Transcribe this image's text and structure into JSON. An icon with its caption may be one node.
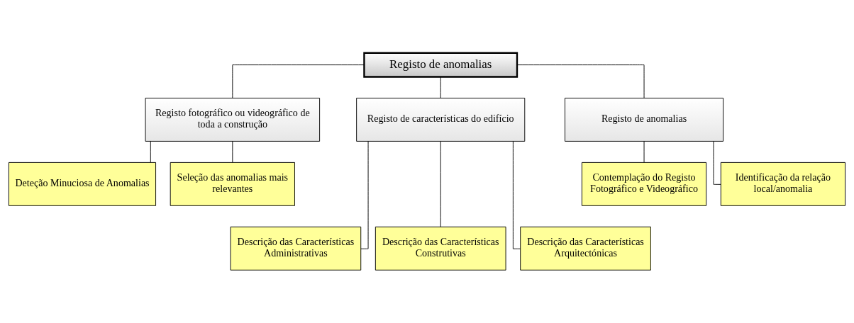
{
  "diagram": {
    "nodes": [
      {
        "text": [
          "Registo de anomalias"
        ]
      },
      {
        "text": [
          "Registo fotográfico ou videográfico de toda a construção"
        ]
      },
      {
        "text": [
          "Registo de características do edifício"
        ]
      },
      {
        "text": [
          "Registo de anomalias"
        ]
      },
      {
        "text": [
          "Deteção Minuciosa de Anomalias"
        ]
      },
      {
        "text": [
          "Seleção das anomalias mais relevantes"
        ]
      },
      {
        "text": [
          "Contemplação do Registo Fotográfico e Videográfico"
        ]
      },
      {
        "text": [
          "Identificação da relação local/anomalia"
        ]
      },
      {
        "text": [
          "Descrição das Características Administrativas"
        ]
      },
      {
        "text": [
          "Descrição das Características Construtivas"
        ]
      },
      {
        "text": [
          "Descrição das Características Arquitectónicas"
        ]
      }
    ],
    "edges": [
      {
        "from": 0,
        "to": 1,
        "arrow": "none"
      },
      {
        "from": 0,
        "to": 2,
        "arrow": "none"
      },
      {
        "from": 0,
        "to": 3,
        "arrow": "none"
      },
      {
        "from": 1,
        "to": 4,
        "arrow": "none"
      },
      {
        "from": 1,
        "to": 5,
        "arrow": "none"
      },
      {
        "from": 2,
        "to": 8,
        "arrow": "none"
      },
      {
        "from": 2,
        "to": 9,
        "arrow": "none"
      },
      {
        "from": 2,
        "to": 10,
        "arrow": "none"
      },
      {
        "from": 3,
        "to": 6,
        "arrow": "none"
      },
      {
        "from": 3,
        "to": 7,
        "arrow": "none"
      }
    ]
  }
}
